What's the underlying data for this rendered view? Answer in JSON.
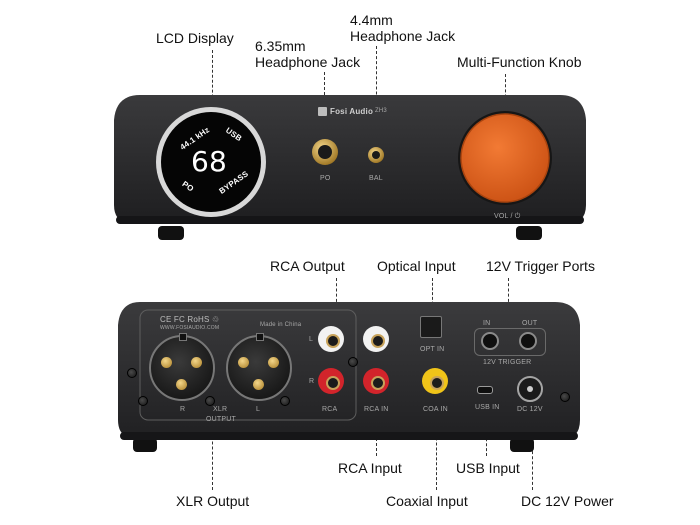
{
  "callouts": {
    "lcd_display": "LCD Display",
    "headphone_635_line1": "6.35mm",
    "headphone_635_line2": "Headphone Jack",
    "headphone_44_line1": "4.4mm",
    "headphone_44_line2": "Headphone Jack",
    "multi_function_knob": "Multi-Function Knob",
    "rca_output": "RCA Output",
    "optical_input": "Optical Input",
    "trigger_ports": "12V Trigger Ports",
    "rca_input": "RCA Input",
    "usb_input": "USB Input",
    "xlr_output": "XLR Output",
    "coaxial_input": "Coaxial Input",
    "dc_power": "DC 12V Power"
  },
  "front_panel": {
    "brand": "Fosi Audio",
    "model": "ZH3",
    "lcd": {
      "volume": "68",
      "sample_rate": "44.1 kHz",
      "source": "USB",
      "output": "PO",
      "mode": "BYPASS"
    },
    "jack_po_label": "PO",
    "jack_bal_label": "BAL",
    "knob_label": "VOL / ⏻",
    "colors": {
      "body": "#2b2b2d",
      "knob": "#e2611e",
      "lcd_bg": "#050505",
      "ring": "#d9d9d9"
    }
  },
  "rear_panel": {
    "certifications": "CE FC RoHS ♲",
    "website": "WWW.FOSIAUDIO.COM",
    "made_in": "Made in China",
    "xlr_left_label": "R",
    "xlr_center_label": "XLR",
    "xlr_right_label": "L",
    "output_label": "OUTPUT",
    "rca_out_label": "RCA",
    "rca_in_label": "RCA IN",
    "rca_l": "L",
    "rca_r": "R",
    "opt_in_label": "OPT IN",
    "coa_in_label": "COA IN",
    "usb_in_label": "USB IN",
    "dc_label": "DC 12V",
    "trigger_in": "IN",
    "trigger_out": "OUT",
    "trigger_label": "12V TRIGGER",
    "colors": {
      "rca_white": "#f2f2f2",
      "rca_red": "#d2242b",
      "coax_yellow": "#f0c419",
      "pins": "#d4a94a"
    }
  }
}
